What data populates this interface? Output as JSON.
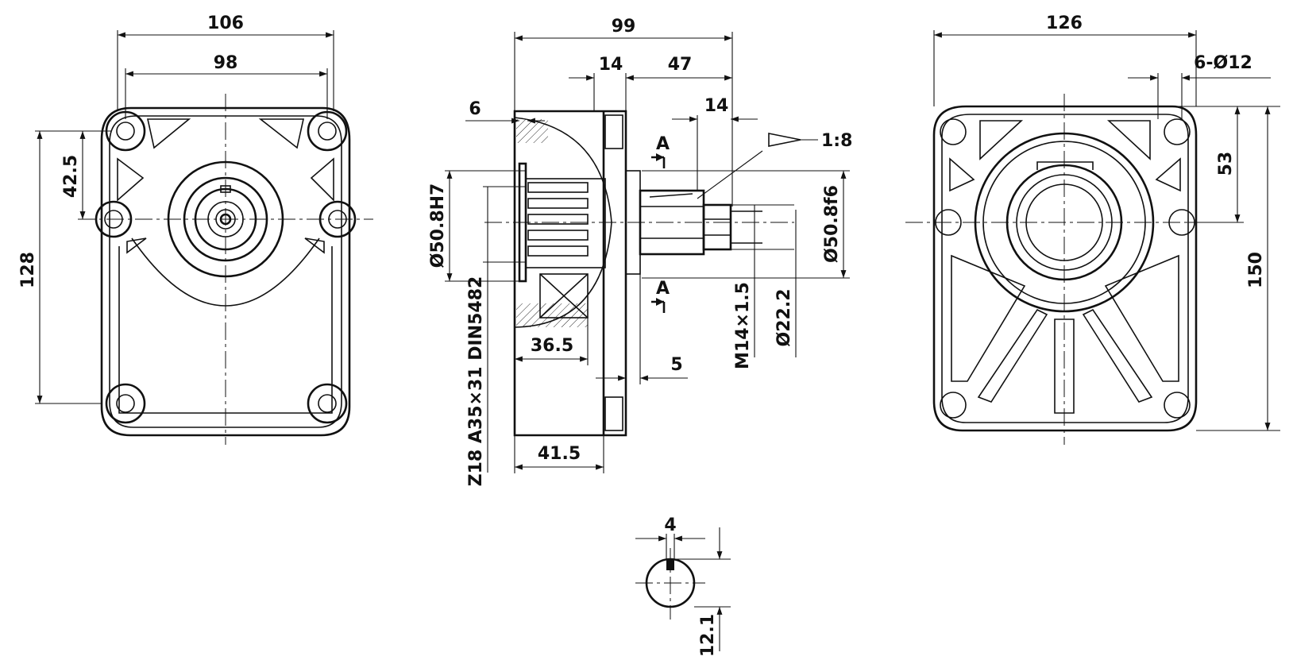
{
  "dimensions": {
    "front": {
      "width_overall": "106",
      "width_holes": "98",
      "height": "128",
      "offset": "42.5"
    },
    "side": {
      "length_total": "99",
      "flange": "14",
      "shaft": "47",
      "chamfer": "6",
      "key_len": "14",
      "taper": "1:8",
      "pilot": "Ø50.8H7",
      "spline": "Z18  A35×31 DIN5482",
      "depth_a": "36.5",
      "depth_b": "41.5",
      "shoulder": "5",
      "thread": "M14×1.5",
      "shaft_dia": "Ø22.2",
      "spigot": "Ø50.8f6",
      "section_a": "A",
      "section_a2": "A"
    },
    "rear": {
      "width": "126",
      "holes": "6-Ø12",
      "offset": "53",
      "height": "150"
    },
    "section": {
      "key_width": "4",
      "key_height": "12.1"
    }
  }
}
